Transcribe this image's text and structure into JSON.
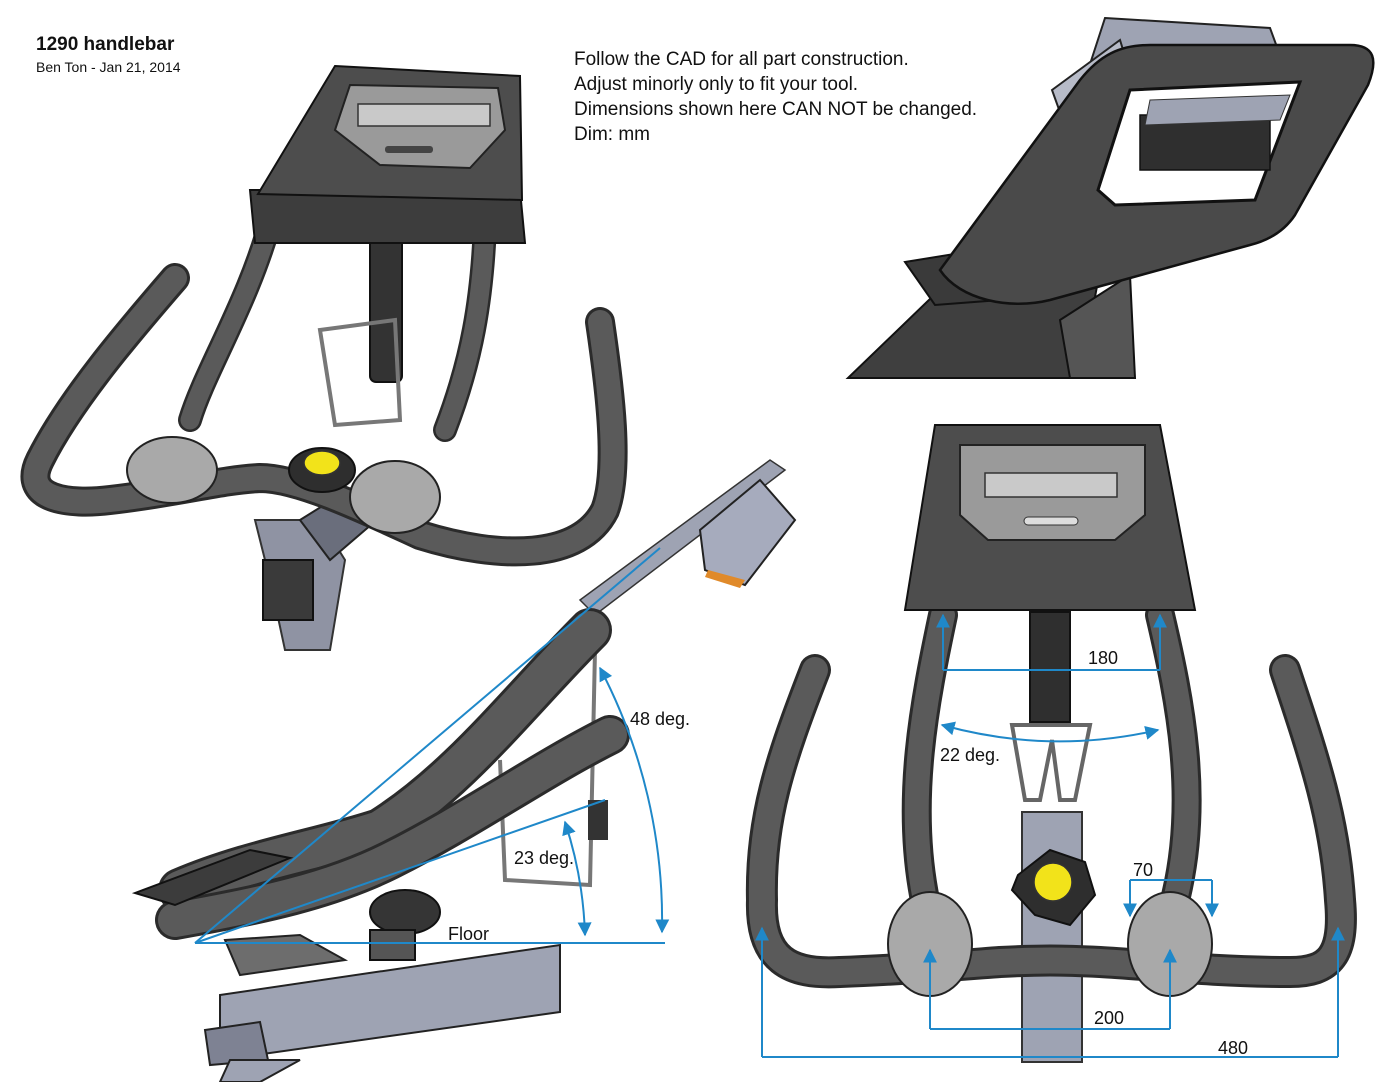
{
  "header": {
    "title": "1290 handlebar",
    "subtitle": "Ben Ton - Jan 21, 2014"
  },
  "notes": [
    "Follow the CAD for all part construction.",
    "Adjust minorly only to fit your tool.",
    "Dimensions shown here CAN NOT be changed.",
    "Dim: mm"
  ],
  "side_view": {
    "angle_upper": "48 deg.",
    "angle_lower": "23 deg.",
    "floor_label": "Floor"
  },
  "front_view": {
    "dim_upright_spacing": "180",
    "dim_upright_angle": "22 deg.",
    "dim_pad_width": "70",
    "dim_pad_spacing": "200",
    "dim_overall_width": "480"
  },
  "colors": {
    "tube": "#5a5a5a",
    "tube_edge": "#2b2b2b",
    "console": "#4d4d4d",
    "screen": "#c9c9c9",
    "pad": "#a9a9a9",
    "knob": "#f2e31a",
    "dimension": "#1f88c9",
    "frame": "#9ea3b3"
  }
}
